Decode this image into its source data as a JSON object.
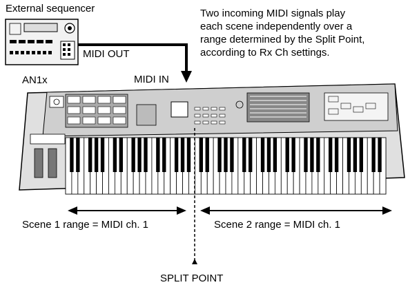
{
  "labels": {
    "external_sequencer": "External sequencer",
    "midi_out": "MIDI OUT",
    "midi_in": "MIDI IN",
    "device": "AN1x",
    "split_point": "SPLIT POINT",
    "scene1_range": "Scene 1 range = MIDI ch. 1",
    "scene2_range": "Scene 2 range = MIDI ch. 1"
  },
  "description_lines": [
    "Two incoming MIDI signals play",
    "each scene independently over a",
    "range determined by the Split Point,",
    "according to Rx Ch settings."
  ],
  "keyboard": {
    "white_keys": 52
  },
  "colors": {
    "line": "#000000",
    "panel": "#c8c8c8",
    "body": "#e0e0e0"
  }
}
